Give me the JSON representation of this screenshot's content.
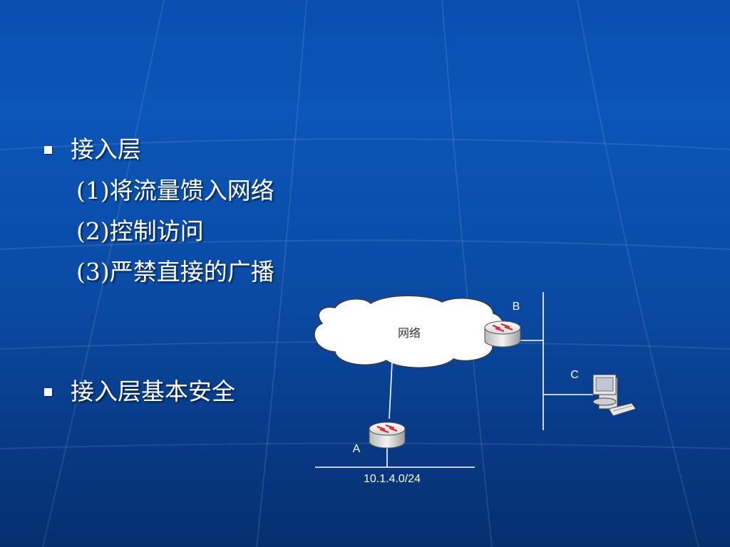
{
  "bullets": [
    {
      "label": "接入层",
      "sub_items": [
        "(1)将流量馈入网络",
        "(2)控制访问",
        "(3)严禁直接的广播"
      ]
    },
    {
      "label": "接入层基本安全"
    }
  ],
  "diagram": {
    "cloud_label": "网络",
    "router_a_label": "A",
    "router_b_label": "B",
    "host_c_label": "C",
    "subnet_label": "10.1.4.0/24"
  },
  "colors": {
    "text": "#ffffff",
    "router_arrow": "#e0202a",
    "line": "#ffffff"
  },
  "icons": [
    "router-icon",
    "computer-icon",
    "cloud-icon"
  ]
}
